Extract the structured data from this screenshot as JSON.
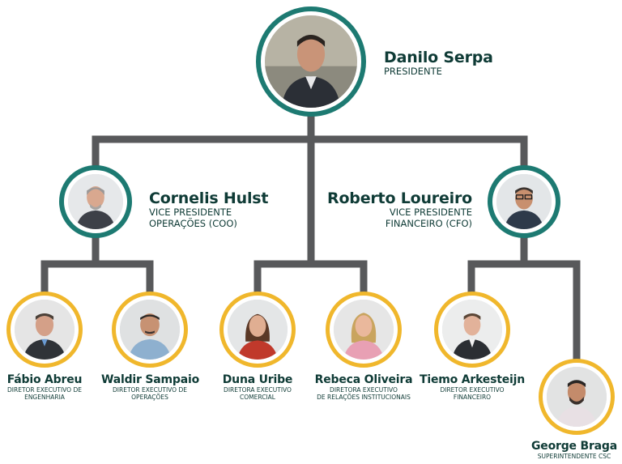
{
  "people": {
    "danilo": {
      "name": "Danilo Serpa",
      "role": [
        "PRESIDENTE"
      ]
    },
    "cornelis": {
      "name": "Cornelis Hulst",
      "role": [
        "VICE PRESIDENTE",
        "OPERAÇÕES (COO)"
      ]
    },
    "roberto": {
      "name": "Roberto Loureiro",
      "role": [
        "VICE PRESIDENTE",
        "FINANCEIRO (CFO)"
      ]
    },
    "fabio": {
      "name": "Fábio Abreu",
      "role": [
        "DIRETOR EXECUTIVO DE",
        "ENGENHARIA"
      ]
    },
    "waldir": {
      "name": "Waldir Sampaio",
      "role": [
        "DIRETOR EXECUTIVO DE",
        "OPERAÇÕES"
      ]
    },
    "duna": {
      "name": "Duna Uribe",
      "role": [
        "DIRETORA EXECUTIVO",
        "COMERCIAL"
      ]
    },
    "rebeca": {
      "name": "Rebeca Oliveira",
      "role": [
        "DIRETORA EXECUTIVO",
        "DE RELAÇÕES INSTITUCIONAIS"
      ]
    },
    "tiemo": {
      "name": "Tiemo Arkesteijn",
      "role": [
        "DIRETOR EXECUTIVO",
        "FINANCEIRO"
      ]
    },
    "george": {
      "name": "George Braga",
      "role": [
        "SUPERINTENDENTE CSC"
      ]
    }
  },
  "colors": {
    "executive_ring": "#1d7a72",
    "director_ring": "#f0b72c",
    "connector": "#58595b",
    "text": "#0f3b36"
  },
  "icons": {
    "portrait": "person-photo-icon"
  }
}
